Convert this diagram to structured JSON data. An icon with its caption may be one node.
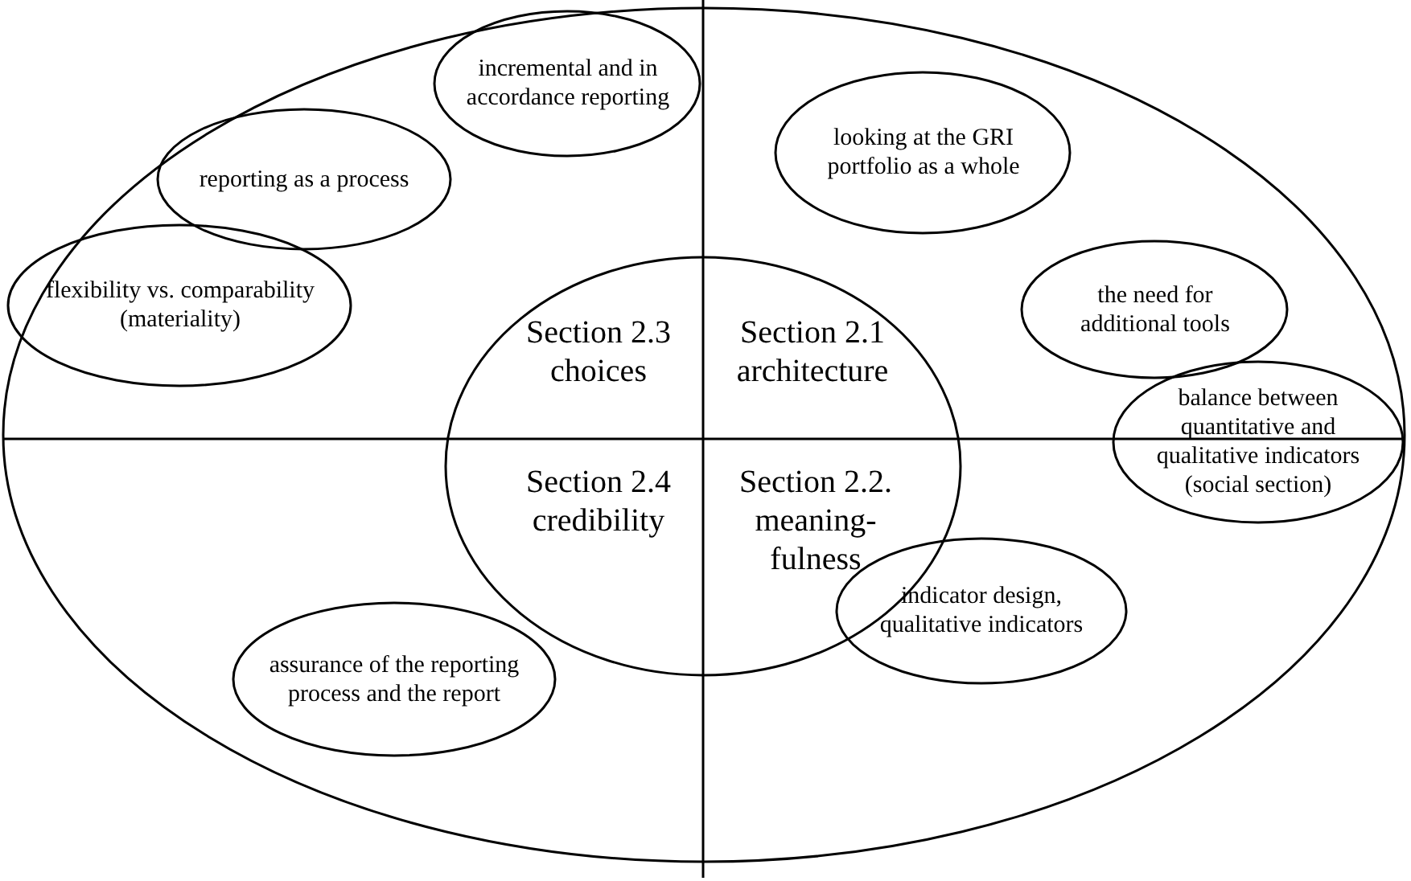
{
  "diagram": {
    "nodes": [
      {
        "text": [],
        "shape": "ellipse"
      },
      {
        "text": [
          "Section 2.3 choices",
          "Section 2.1 architecture",
          "Section 2.4 credibility",
          "Section 2.2. meaning-fulness"
        ],
        "in": 0
      },
      {
        "text": [
          "incremental and in accordance reporting"
        ],
        "in": 0
      },
      {
        "text": [
          "reporting as a process"
        ],
        "in": 0
      },
      {
        "text": [
          "flexibility vs. comparability (materiality)"
        ],
        "in": 0
      },
      {
        "text": [
          "looking at the GRI portfolio as a whole"
        ],
        "in": 0
      },
      {
        "text": [
          "the need for additional tools"
        ],
        "in": 0
      },
      {
        "text": [
          "balance between quantitative and qualitative indicators (social section)"
        ],
        "in": 0
      },
      {
        "text": [
          "indicator design, qualitative indicators"
        ],
        "in": 0
      },
      {
        "text": [
          "assurance of the reporting process and the report"
        ],
        "in": 0
      }
    ]
  }
}
